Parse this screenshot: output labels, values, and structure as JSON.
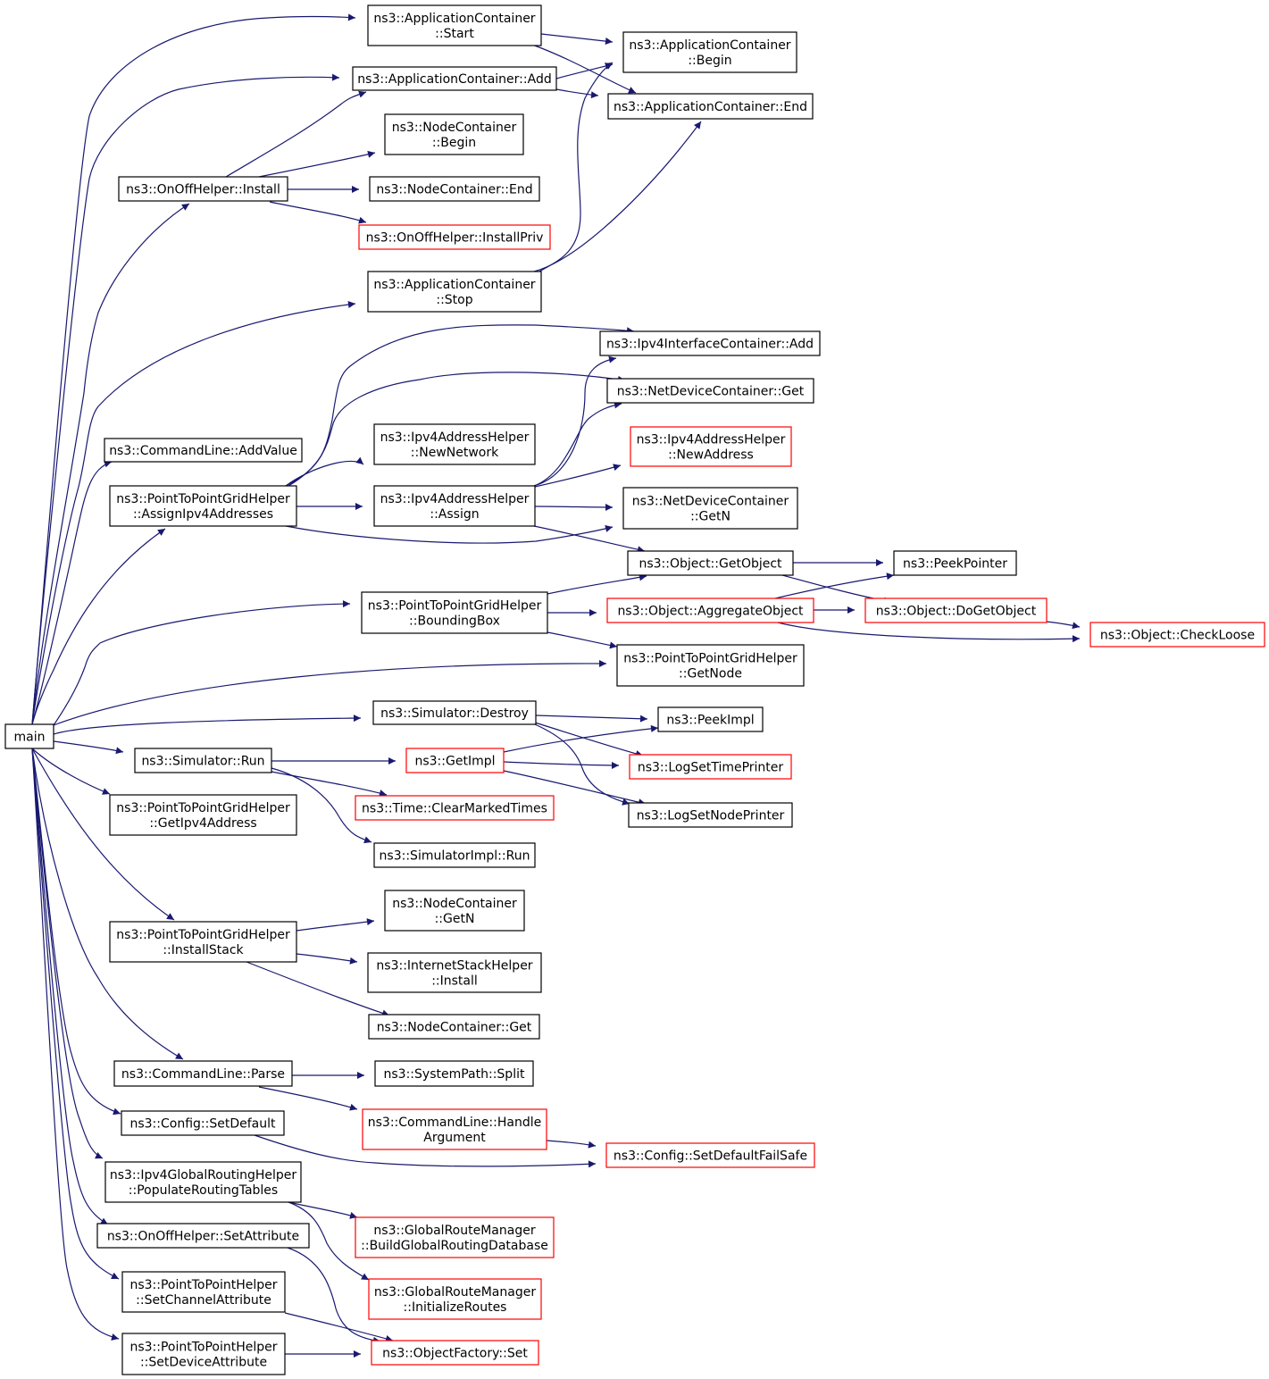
{
  "colors": {
    "edge": "#191970",
    "node_border": "#000000",
    "undocumented_border": "#ff0000",
    "root_fill": "#bfbfbf"
  },
  "nodes": {
    "main": [
      "main"
    ],
    "appStart": [
      "ns3::ApplicationContainer",
      "::Start"
    ],
    "appBegin": [
      "ns3::ApplicationContainer",
      "::Begin"
    ],
    "appAdd": [
      "ns3::ApplicationContainer::Add"
    ],
    "appEnd": [
      "ns3::ApplicationContainer::End"
    ],
    "ncBegin": [
      "ns3::NodeContainer",
      "::Begin"
    ],
    "onoffInstall": [
      "ns3::OnOffHelper::Install"
    ],
    "ncEnd": [
      "ns3::NodeContainer::End"
    ],
    "onoffInstallPriv": [
      "ns3::OnOffHelper::InstallPriv"
    ],
    "appStop": [
      "ns3::ApplicationContainer",
      "::Stop"
    ],
    "ipv4IfcAdd": [
      "ns3::Ipv4InterfaceContainer::Add"
    ],
    "ndcGet": [
      "ns3::NetDeviceContainer::Get"
    ],
    "clAddValue": [
      "ns3::CommandLine::AddValue"
    ],
    "ipv4NewNetwork": [
      "ns3::Ipv4AddressHelper",
      "::NewNetwork"
    ],
    "ipv4NewAddress": [
      "ns3::Ipv4AddressHelper",
      "::NewAddress"
    ],
    "p2pAssign": [
      "ns3::PointToPointGridHelper",
      "::AssignIpv4Addresses"
    ],
    "ipv4Assign": [
      "ns3::Ipv4AddressHelper",
      "::Assign"
    ],
    "ndcGetN": [
      "ns3::NetDeviceContainer",
      "::GetN"
    ],
    "objGetObject": [
      "ns3::Object::GetObject"
    ],
    "peekPointer": [
      "ns3::PeekPointer"
    ],
    "p2pBoundingBox": [
      "ns3::PointToPointGridHelper",
      "::BoundingBox"
    ],
    "objAggregate": [
      "ns3::Object::AggregateObject"
    ],
    "objDoGetObject": [
      "ns3::Object::DoGetObject"
    ],
    "objCheckLoose": [
      "ns3::Object::CheckLoose"
    ],
    "p2pGetNode": [
      "ns3::PointToPointGridHelper",
      "::GetNode"
    ],
    "simDestroy": [
      "ns3::Simulator::Destroy"
    ],
    "peekImpl": [
      "ns3::PeekImpl"
    ],
    "simRun": [
      "ns3::Simulator::Run"
    ],
    "getImpl": [
      "ns3::GetImpl"
    ],
    "logSetTimePrinter": [
      "ns3::LogSetTimePrinter"
    ],
    "timeClear": [
      "ns3::Time::ClearMarkedTimes"
    ],
    "logSetNodePrinter": [
      "ns3::LogSetNodePrinter"
    ],
    "p2pGetIpv4": [
      "ns3::PointToPointGridHelper",
      "::GetIpv4Address"
    ],
    "simImplRun": [
      "ns3::SimulatorImpl::Run"
    ],
    "ncGetN": [
      "ns3::NodeContainer",
      "::GetN"
    ],
    "p2pInstallStack": [
      "ns3::PointToPointGridHelper",
      "::InstallStack"
    ],
    "inetInstall": [
      "ns3::InternetStackHelper",
      "::Install"
    ],
    "ncGet": [
      "ns3::NodeContainer::Get"
    ],
    "clParse": [
      "ns3::CommandLine::Parse"
    ],
    "sysSplit": [
      "ns3::SystemPath::Split"
    ],
    "clHandleArg": [
      "ns3::CommandLine::Handle",
      "Argument"
    ],
    "cfgSetDefault": [
      "ns3::Config::SetDefault"
    ],
    "cfgFailSafe": [
      "ns3::Config::SetDefaultFailSafe"
    ],
    "ipv4GlobalPop": [
      "ns3::Ipv4GlobalRoutingHelper",
      "::PopulateRoutingTables"
    ],
    "grmBuild": [
      "ns3::GlobalRouteManager",
      "::BuildGlobalRoutingDatabase"
    ],
    "onoffSetAttr": [
      "ns3::OnOffHelper::SetAttribute"
    ],
    "grmInit": [
      "ns3::GlobalRouteManager",
      "::InitializeRoutes"
    ],
    "p2pSetChan": [
      "ns3::PointToPointHelper",
      "::SetChannelAttribute"
    ],
    "p2pSetDev": [
      "ns3::PointToPointHelper",
      "::SetDeviceAttribute"
    ],
    "objFactorySet": [
      "ns3::ObjectFactory::Set"
    ]
  }
}
